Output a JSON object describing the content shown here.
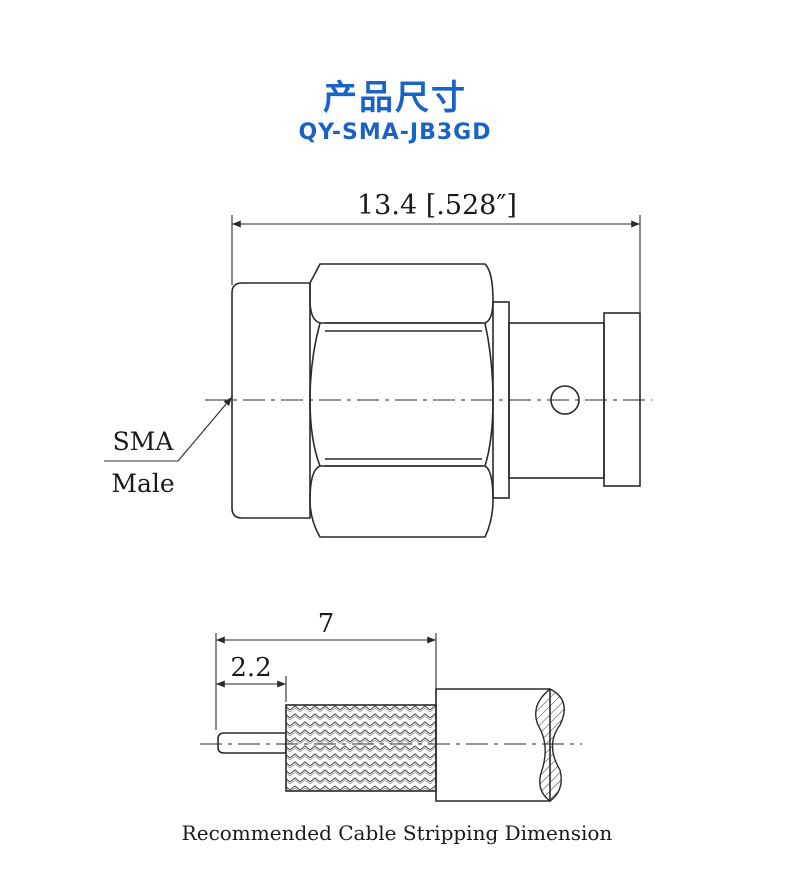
{
  "header": {
    "title": "产品尺寸",
    "model": "QY-SMA-JB3GD"
  },
  "connector_drawing": {
    "overall_length": "13.4 [.528″]",
    "label_line1": "SMA",
    "label_line2": "Male"
  },
  "stripping_drawing": {
    "dim_total": "7",
    "dim_pin": "2.2",
    "caption": "Recommended Cable Stripping Dimension"
  },
  "colors": {
    "title": "#1a63c6",
    "lines": "#2a2a2a"
  }
}
